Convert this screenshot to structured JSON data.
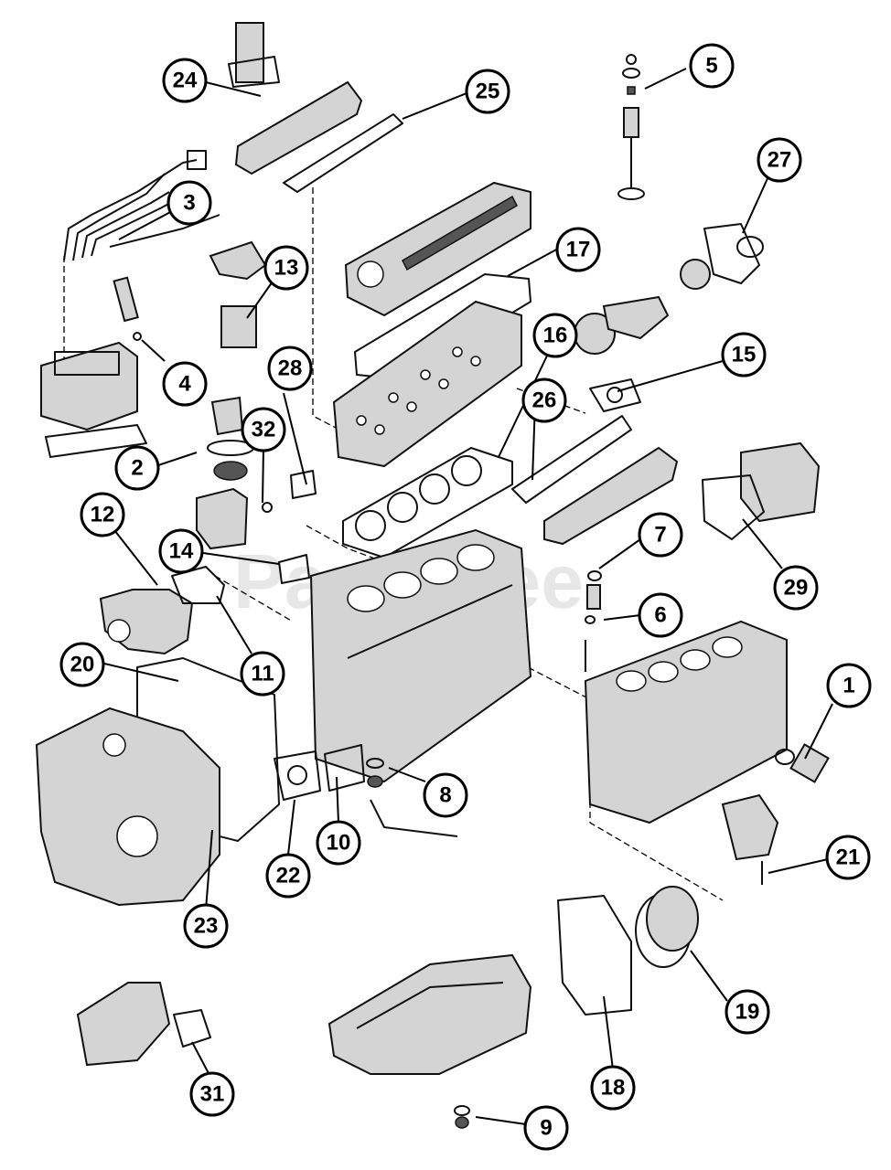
{
  "watermark": "PartsTree",
  "accent_color": "#000000",
  "callouts": [
    "1",
    "2",
    "3",
    "4",
    "5",
    "6",
    "7",
    "8",
    "9",
    "10",
    "11",
    "12",
    "13",
    "14",
    "15",
    "16",
    "17",
    "18",
    "19",
    "20",
    "21",
    "22",
    "23",
    "24",
    "25",
    "26",
    "27",
    "28",
    "29",
    "31",
    "32"
  ]
}
